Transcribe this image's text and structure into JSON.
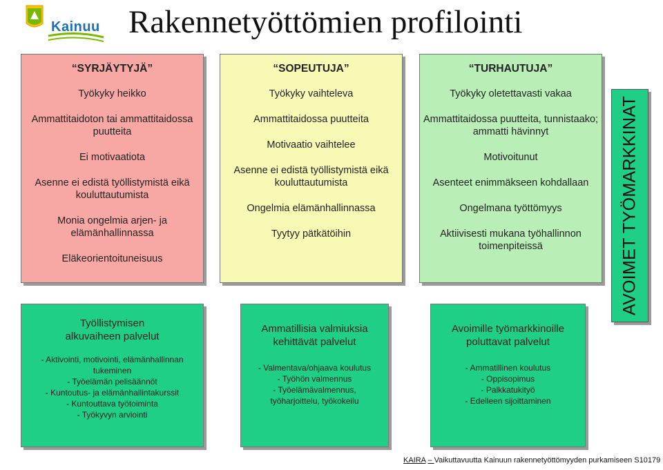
{
  "title": "Rakennetyöttömien profilointi",
  "logo": {
    "text": "Kainuu"
  },
  "columns": [
    {
      "heading": "“SYRJÄYTYJÄ”",
      "items": [
        "Työkyky heikko",
        "Ammattitaidoton tai ammattitaidossa puutteita",
        "Ei motivaatiota",
        "Asenne ei edistä työllistymistä eikä kouluttautumista",
        "Monia ongelmia arjen- ja elämänhallinnassa",
        "Eläkeorientoituneisuus"
      ],
      "services_heading": "Työllistymisen alkuvaiheen palvelut",
      "services": [
        "- Aktivointi, motivointi, elämänhallinnan tukeminen",
        "- Työelämän pelisäännöt",
        "- Kuntoutus- ja elämänhallintakurssit",
        "- Kuntouttava työtoiminta",
        "- Työkyvyn arviointi"
      ]
    },
    {
      "heading": "“SOPEUTUJA”",
      "items": [
        "Työkyky vaihteleva",
        "Ammattitaidossa puutteita",
        "Motivaatio vaihtelee",
        "Asenne ei edistä työllistymistä eikä kouluttautumista",
        "Ongelmia elämänhallinnassa",
        "Tyytyy pätkätöihin"
      ],
      "services_heading": "Ammatillisia valmiuksia kehittävät palvelut",
      "services": [
        "- Valmentava/ohjaava koulutus",
        "- Työhön valmennus",
        "- Työelämävalmennus, työharjoittelu, työkokeilu"
      ]
    },
    {
      "heading": "“TURHAUTUJA”",
      "items": [
        "Työkyky oletettavasti vakaa",
        "Ammattitaidossa puutteita, tunnistaako; ammatti hävinnyt",
        "Motivoitunut",
        "Asenteet enimmäkseen kohdallaan",
        "Ongelmana työttömyys",
        "Aktiivisesti mukana työhallinnon toimenpiteissä"
      ],
      "services_heading": "Avoimille työmarkkinoille poluttavat palvelut",
      "services": [
        "- Ammatillinen koulutus",
        "- Oppisopimus",
        "- Palkkatukityö",
        "- Edelleen sijoittaminen"
      ]
    }
  ],
  "side_label": "AVOIMET TYÖMARKKINAT",
  "footer": {
    "brand": "KAIRA",
    "text": "Vaikuttavuutta Kainuun rakennetyöttömyyden purkamiseen S10179"
  },
  "colors": {
    "red": "#f8a8a4",
    "yellow": "#f9f9b6",
    "green": "#b9efb7",
    "teal": "#1fcf85",
    "logo_blue": "#1f6fb0",
    "logo_green": "#7ab800"
  }
}
